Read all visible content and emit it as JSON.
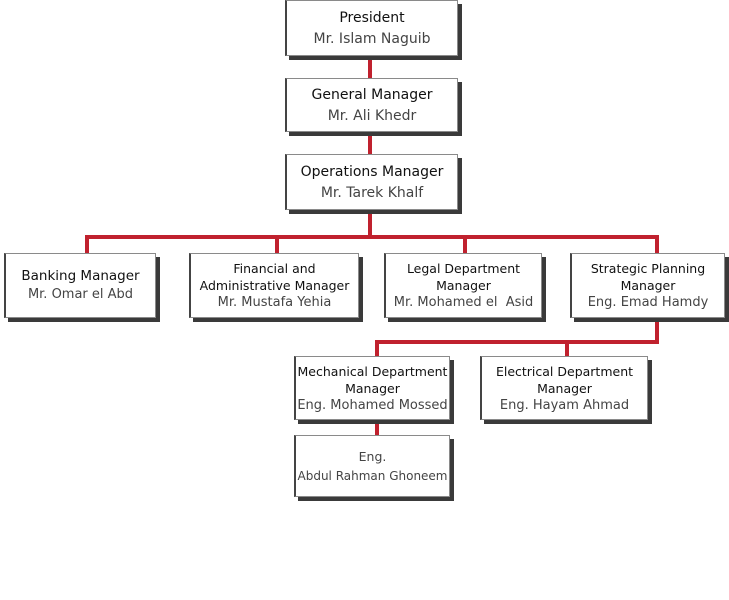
{
  "accent_color": "#c0212e",
  "nodes": {
    "president": {
      "title": "President",
      "name": "Mr. Islam Naguib"
    },
    "general_manager": {
      "title": "General Manager",
      "name": "Mr. Ali Khedr"
    },
    "operations_manager": {
      "title": "Operations Manager",
      "name": "Mr. Tarek Khalf"
    },
    "banking_manager": {
      "title": "Banking Manager",
      "name": "Mr. Omar el Abd"
    },
    "financial_manager": {
      "title": "Financial and Administrative Manager",
      "name": "Mr. Mustafa Yehia"
    },
    "legal_manager": {
      "title": "Legal Department Manager",
      "name": "Mr. Mohamed el  Asid"
    },
    "strategic_manager": {
      "title": "Strategic Planning Manager",
      "name": "Eng. Emad Hamdy"
    },
    "mechanical_manager": {
      "title": "Mechanical Department Manager",
      "name": "Eng. Mohamed Mossed"
    },
    "electrical_manager": {
      "title": "Electrical Department Manager",
      "name": "Eng. Hayam Ahmad"
    },
    "engineer": {
      "title": "Eng.",
      "name": "Abdul Rahman Ghoneem"
    }
  }
}
